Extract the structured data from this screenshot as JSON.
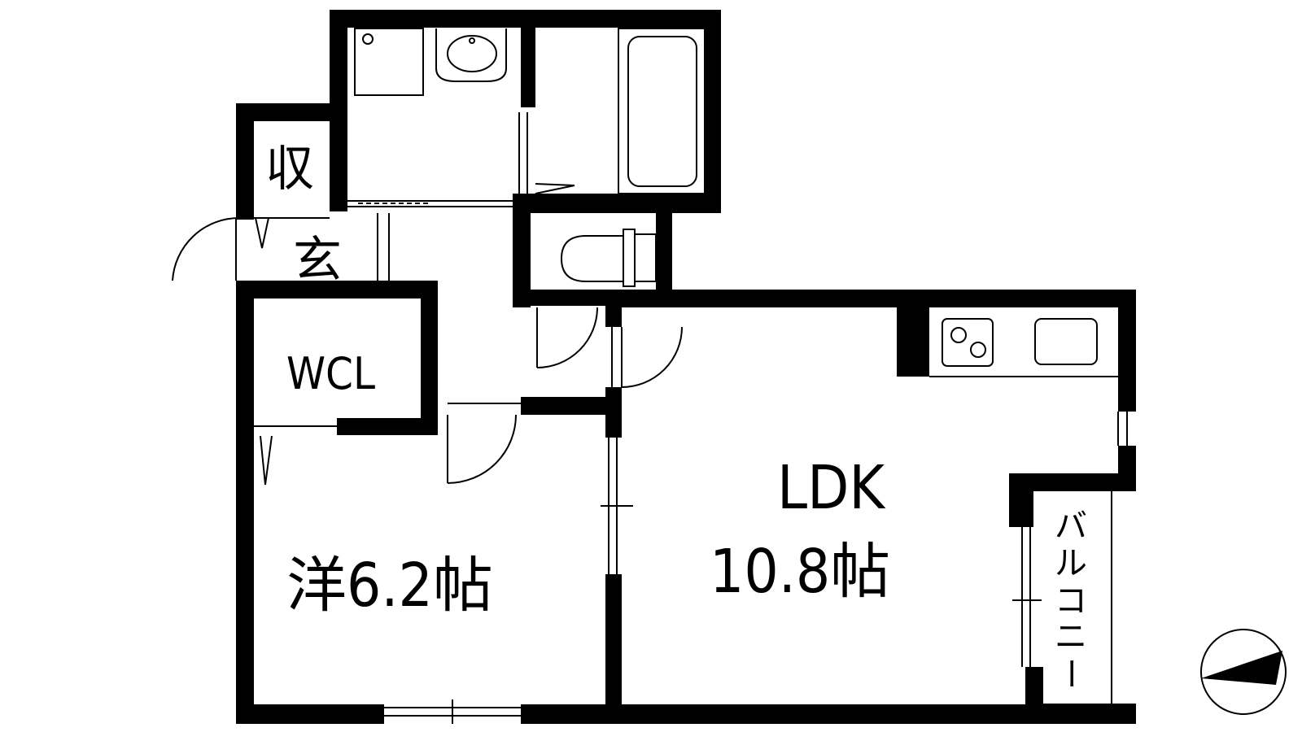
{
  "rooms": {
    "storage": "収",
    "entrance": "玄",
    "wcl": "WCL",
    "western": "洋6.2帖",
    "ldk_name": "LDK",
    "ldk_size": "10.8帖",
    "balcony": [
      "バ",
      "ル",
      "コ",
      "ニ",
      "ー"
    ]
  },
  "colors": {
    "wall": "#000000",
    "background": "#ffffff"
  },
  "icons": [
    "compass-icon",
    "stove-icon",
    "sink-icon",
    "bathtub-icon",
    "toilet-icon",
    "washbasin-icon"
  ]
}
